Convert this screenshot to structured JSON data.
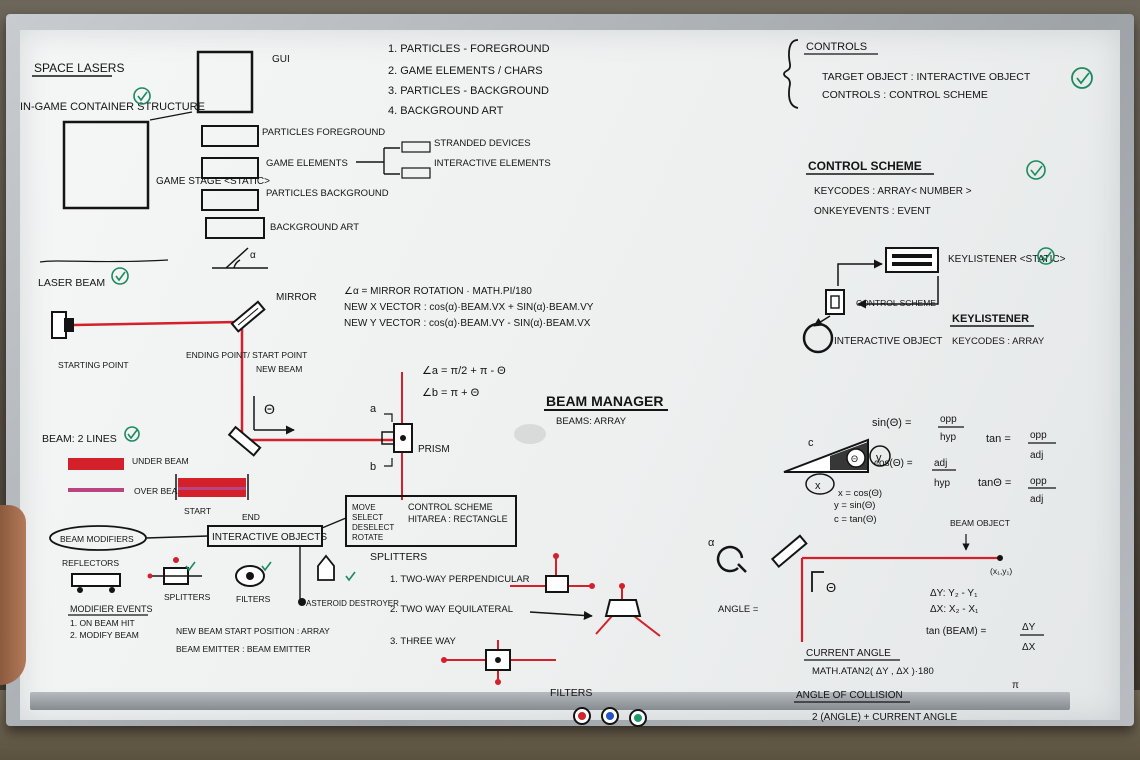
{
  "board": {
    "title": "SPACE LASERS",
    "structure_label": "IN-GAME CONTAINER STRUCTURE",
    "game_stage_label": "GAME STAGE <STATIC>",
    "gui_label": "GUI",
    "layers": [
      "PARTICLES FOREGROUND",
      "GAME ELEMENTS",
      "PARTICLES BACKGROUND",
      "BACKGROUND ART"
    ],
    "game_element_children": [
      "STRANDED DEVICES",
      "INTERACTIVE ELEMENTS"
    ],
    "render_order": [
      "1. PARTICLES - FOREGROUND",
      "2. GAME ELEMENTS / CHARS",
      "3. PARTICLES - BACKGROUND",
      "4. BACKGROUND ART"
    ],
    "laser_beam": {
      "title": "LASER BEAM",
      "starting_point": "STARTING POINT",
      "ending_point": "ENDING POINT/ START POINT",
      "mirror": "MIRROR",
      "new_beam": "NEW BEAM",
      "theta": "Θ",
      "alpha": "α",
      "formulas": [
        "∠α = MIRROR ROTATION · MATH.PI/180",
        "NEW X VECTOR  : cos(α)·BEAM.VX + SIN(α)·BEAM.VY",
        "NEW Y VECTOR  : cos(α)·BEAM.VY - SIN(α)·BEAM.VX"
      ]
    },
    "prism": {
      "label": "PRISM",
      "angle_a": "∠a = π/2 + π - Θ",
      "angle_b": "∠b = π + Θ",
      "a": "a",
      "b": "b"
    },
    "beam_manager": {
      "title": "BEAM MANAGER",
      "sub": "BEAMS: ARRAY"
    },
    "beam_lines": {
      "title": "BEAM: 2 LINES",
      "under": "UNDER BEAM",
      "over": "OVER BEAM",
      "start": "START",
      "end": "END"
    },
    "interactive": {
      "title": "INTERACTIVE OBJECTS",
      "actions": [
        "MOVE",
        "SELECT",
        "DESELECT",
        "ROTATE"
      ],
      "props": [
        "CONTROL SCHEME",
        "HITAREA : RECTANGLE"
      ],
      "modifiers": "BEAM MODIFIERS",
      "reflectors": "REFLECTORS",
      "splitters_label": "SPLITTERS",
      "filters_label": "FILTERS",
      "destroyer": "ASTEROID DESTROYER"
    },
    "modifier_events": {
      "title": "MODIFIER EVENTS",
      "items": [
        "1. ON BEAM HIT",
        "2. MODIFY BEAM"
      ]
    },
    "new_beam_start": "NEW BEAM START POSITION : ARRAY",
    "beam_emitter": "BEAM EMITTER : BEAM EMITTER",
    "splitters": {
      "title": "SPLITTERS",
      "items": [
        "1. TWO-WAY PERPENDICULAR",
        "2. TWO WAY EQUILATERAL",
        "3. THREE WAY"
      ]
    },
    "filters": {
      "title": "FILTERS",
      "colors": [
        "#d0262a",
        "#2551c9",
        "#1d9a6a"
      ]
    },
    "controls": {
      "title": "CONTROLS",
      "items": [
        "TARGET OBJECT : INTERACTIVE OBJECT",
        "CONTROLS : CONTROL SCHEME"
      ]
    },
    "control_scheme": {
      "title": "CONTROL SCHEME",
      "items": [
        "KEYCODES : ARRAY< NUMBER >",
        "ONKEYEVENTS : EVENT"
      ],
      "diagram_label": "CONTROL SCHEME",
      "interactive_object": "INTERACTIVE OBJECT"
    },
    "keylistener": {
      "title": "KEYLISTENER <STATIC>",
      "title2": "KEYLISTENER",
      "sub": "KEYCODES : ARRAY"
    },
    "trig": {
      "sin": "sin(Θ) =",
      "opp": "opp",
      "hyp": "hyp",
      "tan": "tan =",
      "adj": "adj",
      "cos": "cos(Θ) =",
      "tan_theta": "tanΘ =",
      "x_eq": "x = cos(Θ)",
      "y_eq": "y = sin(Θ)",
      "c_eq": "c = tan(Θ)",
      "c": "c",
      "y": "y",
      "x": "x"
    },
    "angle": {
      "alpha": "α",
      "label": "ANGLE =",
      "beam_object": "BEAM OBJECT",
      "point": "(x₁,y₁)",
      "dy": "ΔY: Y₂ - Y₁",
      "dx": "ΔX: X₂ - X₁",
      "tan_beam": "tan (BEAM) =",
      "dy_frac": "ΔY",
      "dx_frac": "ΔX",
      "current": "CURRENT ANGLE",
      "atan": "MATH.ATAN2( ΔY , ΔX )·180",
      "pi": "π",
      "collision": "ANGLE OF COLLISION",
      "formula": "2 (ANGLE) + CURRENT ANGLE",
      "theta": "Θ"
    },
    "colors": {
      "ink": "#141414",
      "red": "#d3202a",
      "green": "#1c8a5e",
      "magenta": "#b9447f"
    }
  }
}
